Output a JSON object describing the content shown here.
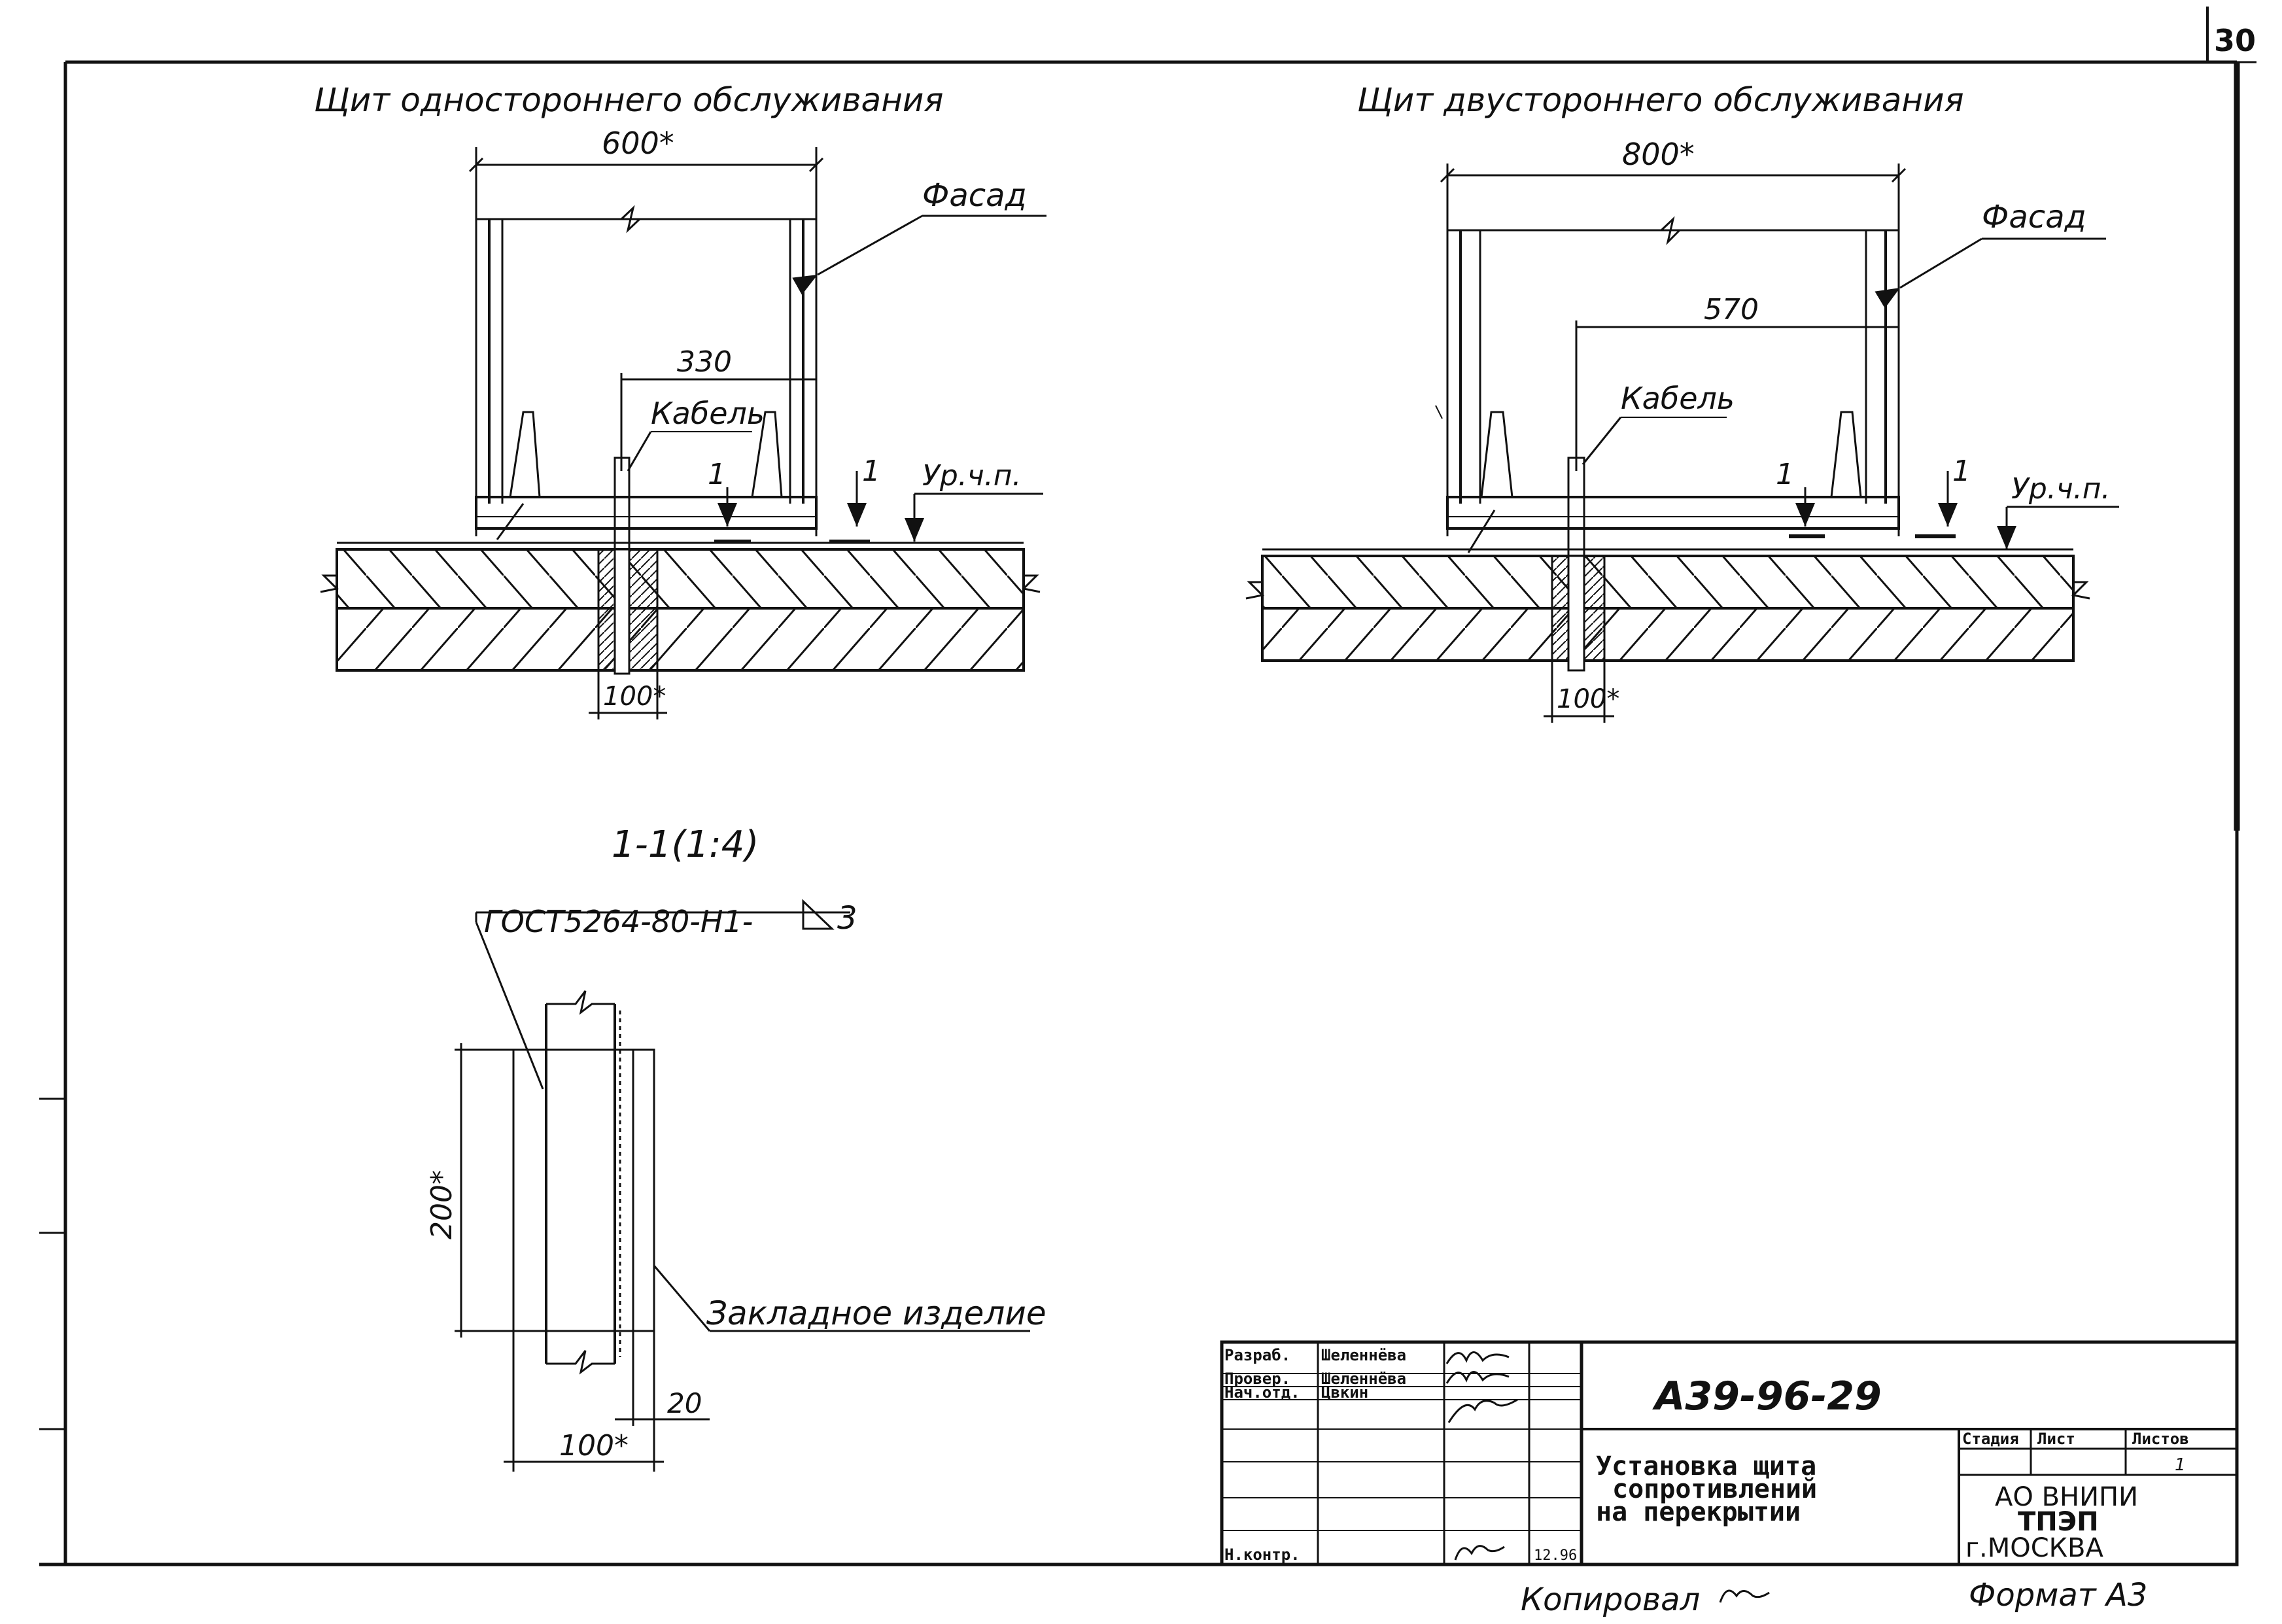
{
  "sheet": {
    "number": "30",
    "format": "Формат А3",
    "copied_by": "Копировал"
  },
  "view_left": {
    "title": "Щит одностороннего обслуживания",
    "dim_width": "600*",
    "dim_cable": "330",
    "dim_sleeve": "100*",
    "label_facade": "Фасад",
    "label_cable": "Кабель",
    "label_floor": "Ур.ч.п.",
    "section_mark": "1"
  },
  "view_right": {
    "title": "Щит двустороннего обслуживания",
    "dim_width": "800*",
    "dim_cable": "570",
    "dim_sleeve": "100*",
    "label_facade": "Фасад",
    "label_cable": "Кабель",
    "label_floor": "Ур.ч.п.",
    "section_mark": "1"
  },
  "section": {
    "title": "1-1(1:4)",
    "weld_spec": "ГОСТ5264-80-Н1-",
    "weld_leg": "3",
    "dim_height": "200*",
    "dim_width": "100*",
    "dim_plate": "20",
    "label_embedded": "Закладное изделие"
  },
  "title_block": {
    "doc_code": "А39-96-29",
    "doc_title_lines": [
      "Установка щита",
      "сопротивлений",
      "на перекрытии"
    ],
    "roles": [
      {
        "role": "Разраб.",
        "name": "Шеленнёва"
      },
      {
        "role": "Провер.",
        "name": "Шеленнёва"
      },
      {
        "role": "Нач.отд.",
        "name": "Цвкин"
      },
      {
        "role": "",
        "name": ""
      },
      {
        "role": "",
        "name": ""
      },
      {
        "role": "",
        "name": ""
      },
      {
        "role": "Н.контр.",
        "name": ""
      }
    ],
    "date": "12.96",
    "col_stage": "Стадия",
    "col_sheet": "Лист",
    "col_sheets": "Листов",
    "sheets_value": "1",
    "org_lines": [
      "АО ВНИПИ",
      "ТПЭП",
      "г.МОСКВА"
    ]
  }
}
